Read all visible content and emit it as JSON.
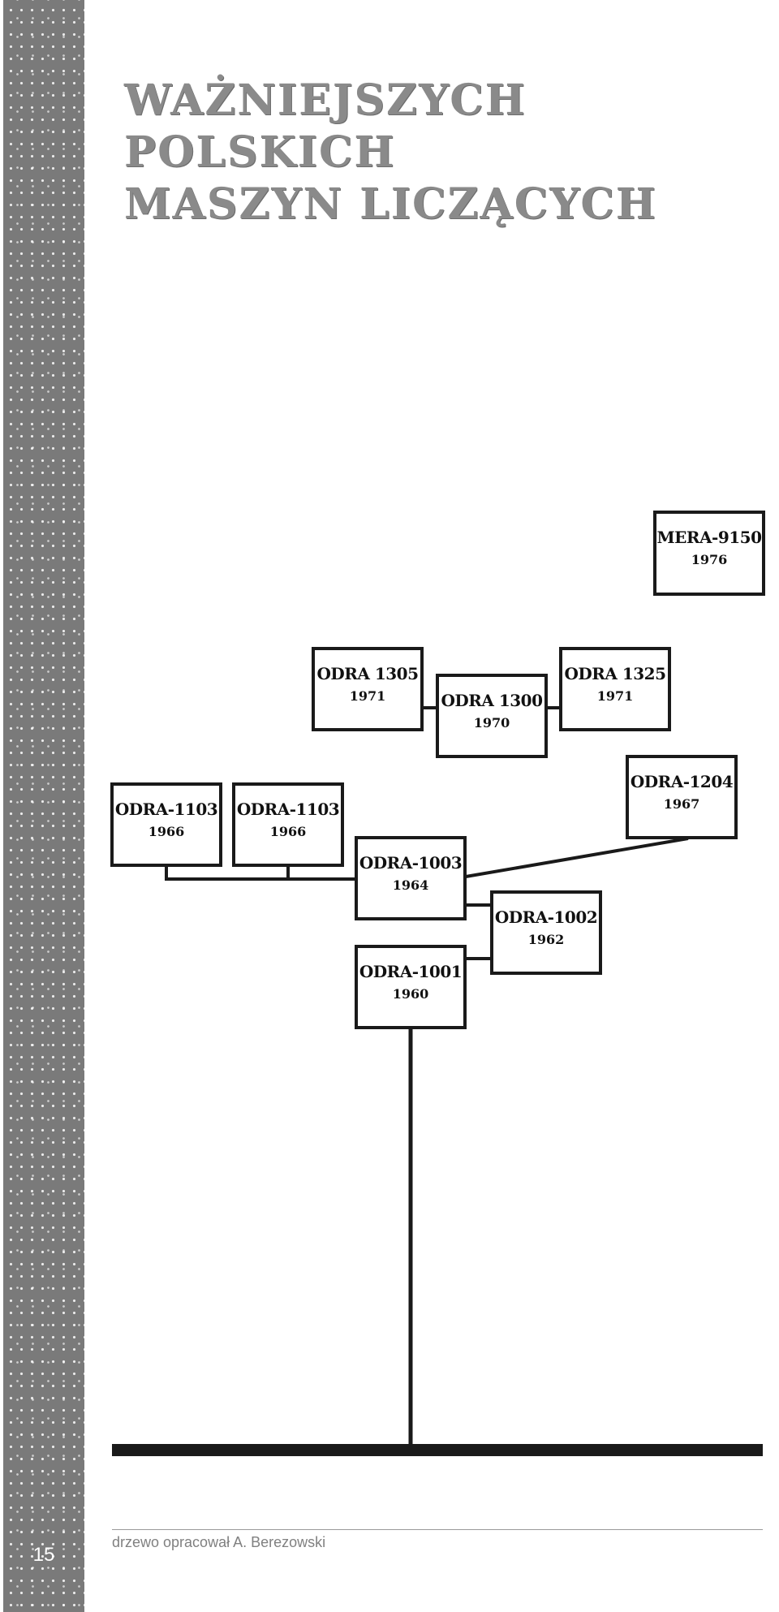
{
  "title": {
    "line1": "WAŻNIEJSZYCH POLSKICH",
    "line2": "MASZYN LICZĄCYCH"
  },
  "nodes": {
    "mera_9150": {
      "name": "MERA-9150",
      "year": "1976"
    },
    "odra_1305": {
      "name": "ODRA 1305",
      "year": "1971"
    },
    "odra_1300": {
      "name": "ODRA 1300",
      "year": "1970"
    },
    "odra_1325": {
      "name": "ODRA 1325",
      "year": "1971"
    },
    "odra_1204": {
      "name": "ODRA-1204",
      "year": "1967"
    },
    "odra_1103_a": {
      "name": "ODRA-1103",
      "year": "1966"
    },
    "odra_1103_b": {
      "name": "ODRA-1103",
      "year": "1966"
    },
    "odra_1003": {
      "name": "ODRA-1003",
      "year": "1964"
    },
    "odra_1002": {
      "name": "ODRA-1002",
      "year": "1962"
    },
    "odra_1001": {
      "name": "ODRA-1001",
      "year": "1960"
    }
  },
  "footer": {
    "credit": "drzewo opracował A. Berezowski",
    "page_number": "15"
  },
  "colors": {
    "sidebar": "#7a7a7a",
    "title": "#8a8a8a",
    "ink": "#1a1a1a"
  }
}
